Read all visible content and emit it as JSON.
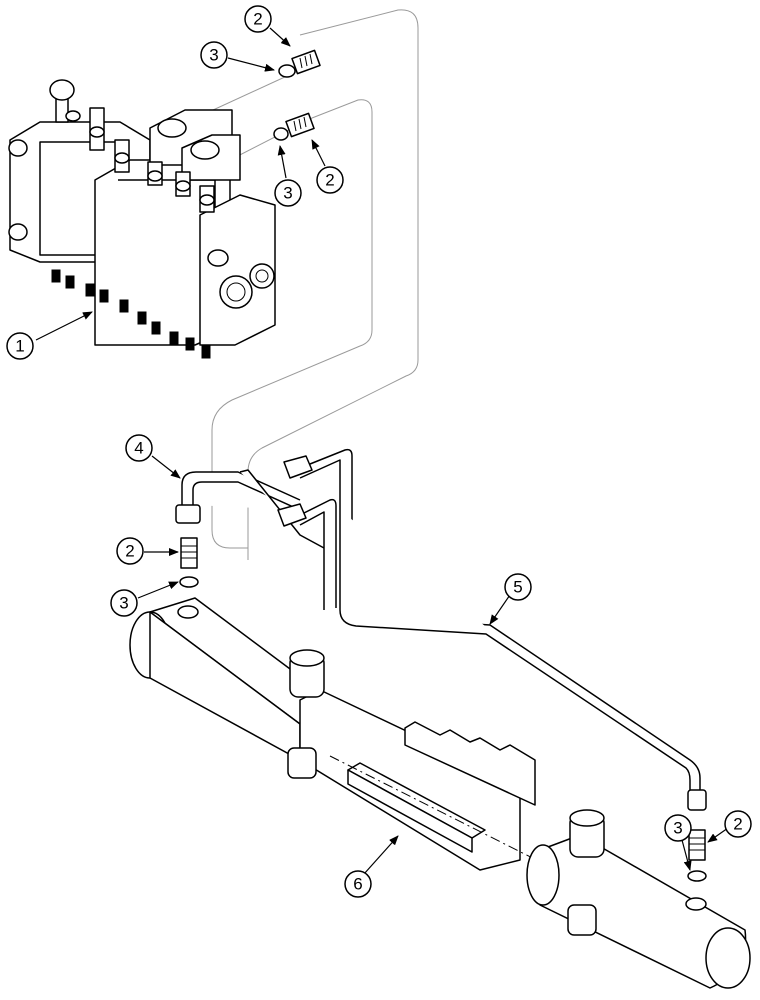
{
  "callouts": {
    "c1": "1",
    "c2a": "2",
    "c3a": "3",
    "c2b": "2",
    "c3b": "3",
    "c4": "4",
    "c2c": "2",
    "c3c": "3",
    "c5": "5",
    "c6": "6",
    "c3d": "3",
    "c2d": "2"
  },
  "colors": {
    "line": "#000000",
    "background": "#ffffff",
    "hidden_line": "#9a9a9a"
  }
}
